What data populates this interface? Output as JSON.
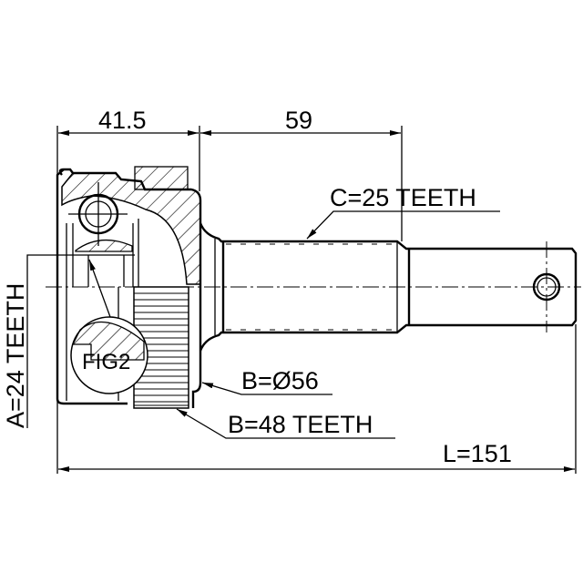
{
  "dimensions": {
    "housing_length": "41.5",
    "shaft_length": "59",
    "total_length": "L=151"
  },
  "callouts": {
    "spline_c": "C=25 TEETH",
    "spline_a": "A=24 TEETH",
    "abs_diameter": "B=Ø56",
    "abs_teeth": "B=48 TEETH",
    "detail": "FIG2"
  },
  "colors": {
    "line": "#000000",
    "background": "#ffffff"
  }
}
